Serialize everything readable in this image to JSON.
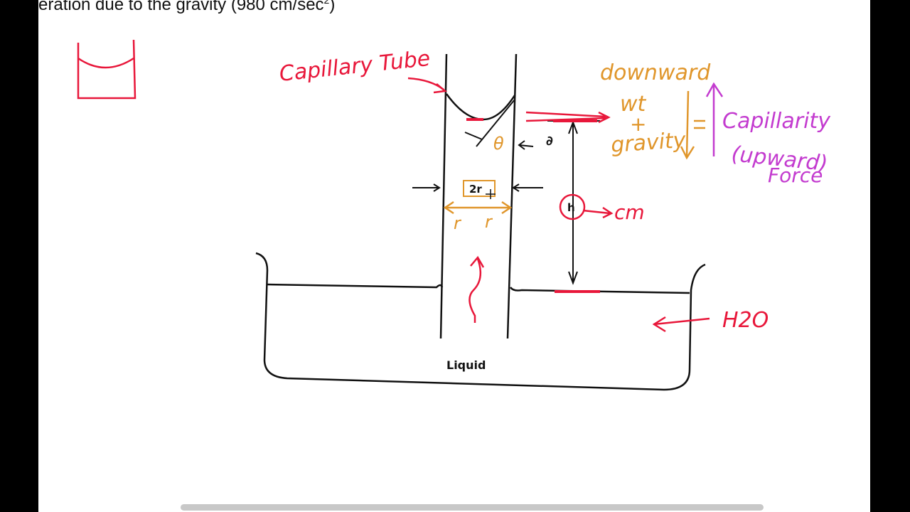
{
  "header": {
    "text": "eration due to the gravity (980 cm/sec",
    "superscript": "2",
    "suffix": ")"
  },
  "diagram": {
    "labels": {
      "capillary_tube": "Capillary Tube",
      "downward": "downward",
      "wt": "wt",
      "plus": "+",
      "gravity": "gravity",
      "equals": "=",
      "capillarity": "Capillarity",
      "upward": "(upward)",
      "force": "Force",
      "theta": "θ",
      "theta_print": "∂",
      "two_r": "2r",
      "r_left": "r",
      "r_right": "r",
      "h": "h",
      "cm": "cm",
      "h2o": "H2O",
      "liquid": "Liquid"
    }
  },
  "colors": {
    "red": "#e8173a",
    "orange": "#e0962b",
    "magenta": "#c33bcf",
    "ink": "#111111"
  }
}
